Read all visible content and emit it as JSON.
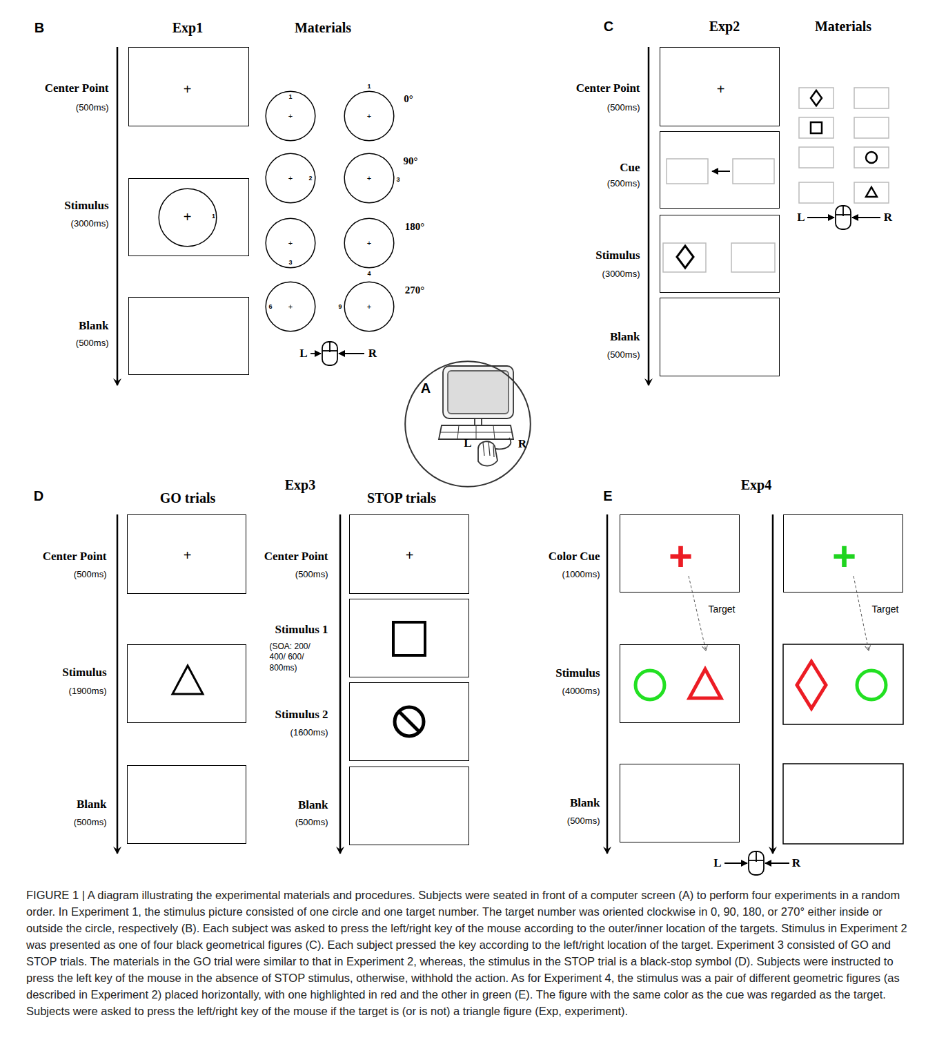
{
  "diagram": {
    "caption": "FIGURE 1 | A diagram illustrating the experimental materials and procedures. Subjects were seated in front of a computer screen (A) to perform four experiments in a random order. In Experiment 1, the stimulus picture consisted of one circle and one target number. The target number was oriented clockwise in 0, 90, 180, or 270° either inside or outside the circle, respectively (B). Each subject was asked to press the left/right key of the mouse according to the outer/inner location of the targets. Stimulus in Experiment 2 was presented as one of four black geometrical figures (C). Each subject pressed the key according to the left/right location of the target. Experiment 3 consisted of GO and STOP trials. The materials in the GO trial were similar to that in Experiment 2, whereas, the stimulus in the STOP trial is a black-stop symbol (D). Subjects were instructed to press the left key of the mouse in the absence of STOP stimulus, otherwise, withhold the action. As for Experiment 4, the stimulus was a pair of different geometric figures (as described in Experiment 2) placed horizontally, with one highlighted in red and the other in green (E). The figure with the same color as the cue was regarded as the target. Subjects were asked to press the left/right key of the mouse if the target is (or is not) a triangle figure (Exp, experiment).",
    "nodes": [
      {
        "text": [
          "Center Point",
          "(500ms)",
          "+"
        ]
      },
      {
        "text": [
          "Stimulus",
          "(3000ms)"
        ]
      },
      {
        "text": [
          "+",
          "1"
        ],
        "in": 1
      },
      {
        "text": [
          "Blank",
          "(500ms)"
        ]
      },
      {
        "text": [
          "+",
          "1"
        ]
      },
      {
        "text": [
          "+",
          "1"
        ]
      },
      {
        "text": [
          "+",
          "2"
        ]
      },
      {
        "text": [
          "+",
          "3"
        ]
      },
      {
        "text": [
          "+",
          "3"
        ]
      },
      {
        "text": [
          "+",
          "4"
        ]
      },
      {
        "text": [
          "+",
          "6"
        ]
      },
      {
        "text": [
          "+",
          "9"
        ]
      },
      {
        "text": [
          "Center Point",
          "(500ms)",
          "+"
        ]
      },
      {
        "text": [
          "Cue",
          "(500ms)"
        ]
      },
      {
        "text": [
          "Stimulus",
          "(3000ms)"
        ]
      },
      {
        "text": [
          "Blank",
          "(500ms)"
        ]
      },
      {
        "text": [
          "L",
          "R"
        ]
      },
      {
        "text": [
          "Center Point",
          "(500ms)",
          "+"
        ]
      },
      {
        "text": [
          "Stimulus",
          "(1900ms)"
        ]
      },
      {
        "text": [
          "Blank",
          "(500ms)"
        ]
      },
      {
        "text": [
          "Center Point",
          "(500ms)",
          "+"
        ]
      },
      {
        "text": [
          "Stimulus 1",
          "(SOA: 200/ 400/ 600/ 800ms)"
        ]
      },
      {
        "text": [
          "Stimulus 2",
          "(1600ms)"
        ]
      },
      {
        "text": [
          "Blank",
          "(500ms)"
        ]
      },
      {
        "text": [
          "Color Cue",
          "(1000ms)",
          "+"
        ]
      },
      {
        "text": [
          "+"
        ]
      },
      {
        "text": [
          "Stimulus",
          "(4000ms)"
        ]
      },
      {
        "text": [
          "Blank",
          "(500ms)"
        ]
      }
    ],
    "labels": [
      "B",
      "Exp1",
      "Materials",
      "0°",
      "90°",
      "180°",
      "270°",
      "L",
      "R",
      "C",
      "Exp2",
      "Materials",
      "L",
      "R",
      "A",
      "D",
      "Exp3",
      "GO trials",
      "STOP trials",
      "E",
      "Exp4",
      "Target",
      "Target",
      "L",
      "R"
    ]
  }
}
